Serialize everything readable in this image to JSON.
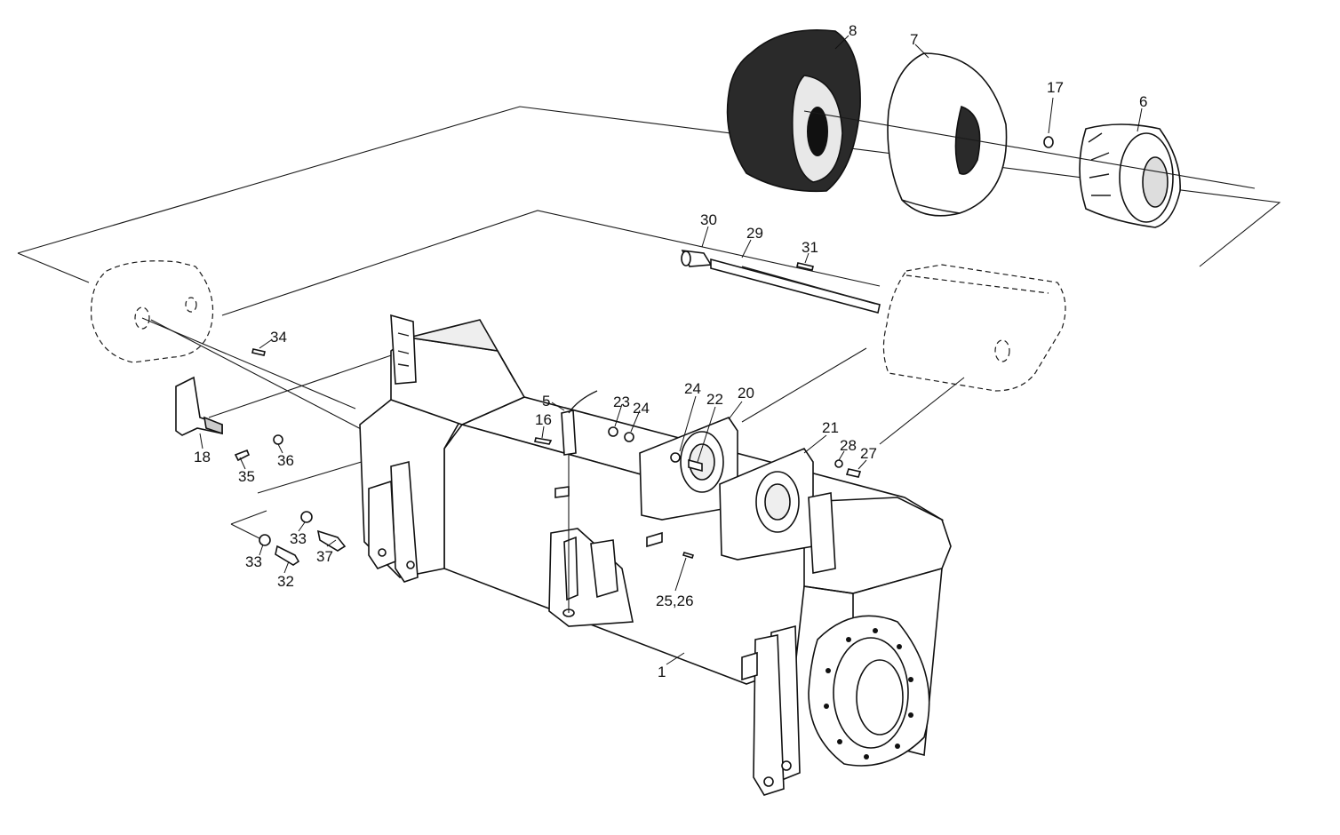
{
  "callouts": {
    "c1": "1",
    "c5": "5",
    "c6": "6",
    "c7": "7",
    "c8": "8",
    "c16": "16",
    "c17": "17",
    "c18": "18",
    "c20": "20",
    "c21": "21",
    "c22": "22",
    "c23": "23",
    "c24a": "24",
    "c24b": "24",
    "c25_26": "25,26",
    "c27": "27",
    "c28": "28",
    "c29": "29",
    "c30": "30",
    "c31": "31",
    "c32": "32",
    "c33a": "33",
    "c33b": "33",
    "c34": "34",
    "c35": "35",
    "c36": "36",
    "c37": "37"
  }
}
